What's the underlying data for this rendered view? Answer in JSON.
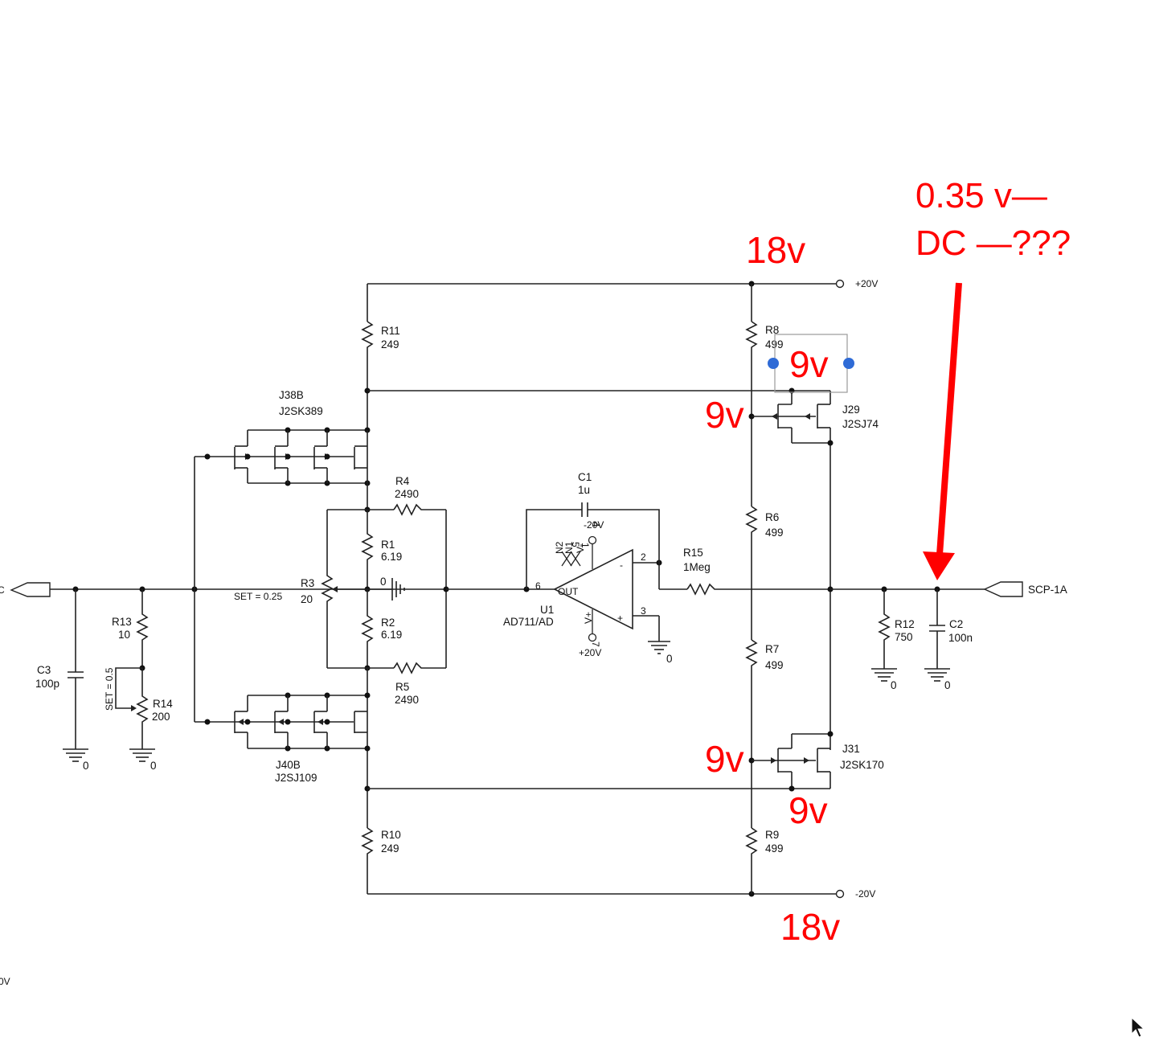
{
  "schematic": {
    "rails": {
      "pos": "+20V",
      "neg": "-20V"
    },
    "ports": {
      "output": "SCP-1A",
      "input_fragment": "C",
      "bottom_left_fragment": "0V"
    },
    "transistors": {
      "j38b": {
        "ref": "J38B",
        "part": "J2SK389"
      },
      "j40b": {
        "ref": "J40B",
        "part": "J2SJ109"
      },
      "j29": {
        "ref": "J29",
        "part": "J2SJ74"
      },
      "j31": {
        "ref": "J31",
        "part": "J2SK170"
      }
    },
    "resistors": {
      "r1": {
        "ref": "R1",
        "value": "6.19"
      },
      "r2": {
        "ref": "R2",
        "value": "6.19"
      },
      "r3": {
        "ref": "R3",
        "value": "20",
        "set": "SET = 0.25"
      },
      "r4": {
        "ref": "R4",
        "value": "2490"
      },
      "r5": {
        "ref": "R5",
        "value": "2490"
      },
      "r6": {
        "ref": "R6",
        "value": "499"
      },
      "r7": {
        "ref": "R7",
        "value": "499"
      },
      "r8": {
        "ref": "R8",
        "value": "499"
      },
      "r9": {
        "ref": "R9",
        "value": "499"
      },
      "r10": {
        "ref": "R10",
        "value": "249"
      },
      "r11": {
        "ref": "R11",
        "value": "249"
      },
      "r12": {
        "ref": "R12",
        "value": "750"
      },
      "r13": {
        "ref": "R13",
        "value": "10"
      },
      "r14": {
        "ref": "R14",
        "value": "200",
        "set": "SET = 0.5"
      },
      "r15": {
        "ref": "R15",
        "value": "1Meg"
      }
    },
    "capacitors": {
      "c1": {
        "ref": "C1",
        "value": "1u"
      },
      "c2": {
        "ref": "C2",
        "value": "100n"
      },
      "c3": {
        "ref": "C3",
        "value": "100p"
      }
    },
    "opamp": {
      "ref": "U1",
      "part": "AD711/AD",
      "out_label": "OUT",
      "pin2": "2",
      "pin3": "3",
      "pin6": "6",
      "pin4": "4",
      "pin7": "7",
      "pin5": "5",
      "pin1": "1",
      "minus": "-",
      "plus": "+",
      "n2_label": "N2",
      "n1_label": "N1",
      "vneg_label": "V-",
      "vpos_label": "V+",
      "supply_neg": "-20V",
      "supply_pos": "+20V"
    },
    "ground_label": "0"
  },
  "annotations": {
    "top_rail": "18v",
    "bottom_rail": "18v",
    "r8_node": "9v",
    "j29_gate": "9v",
    "j31_gate": "9v",
    "j31_source": "9v",
    "output_note_line1": "0.35 v—",
    "output_note_line2": "DC —???",
    "accent_color": "#ff0000",
    "handle_color": "#2f6bd6"
  }
}
